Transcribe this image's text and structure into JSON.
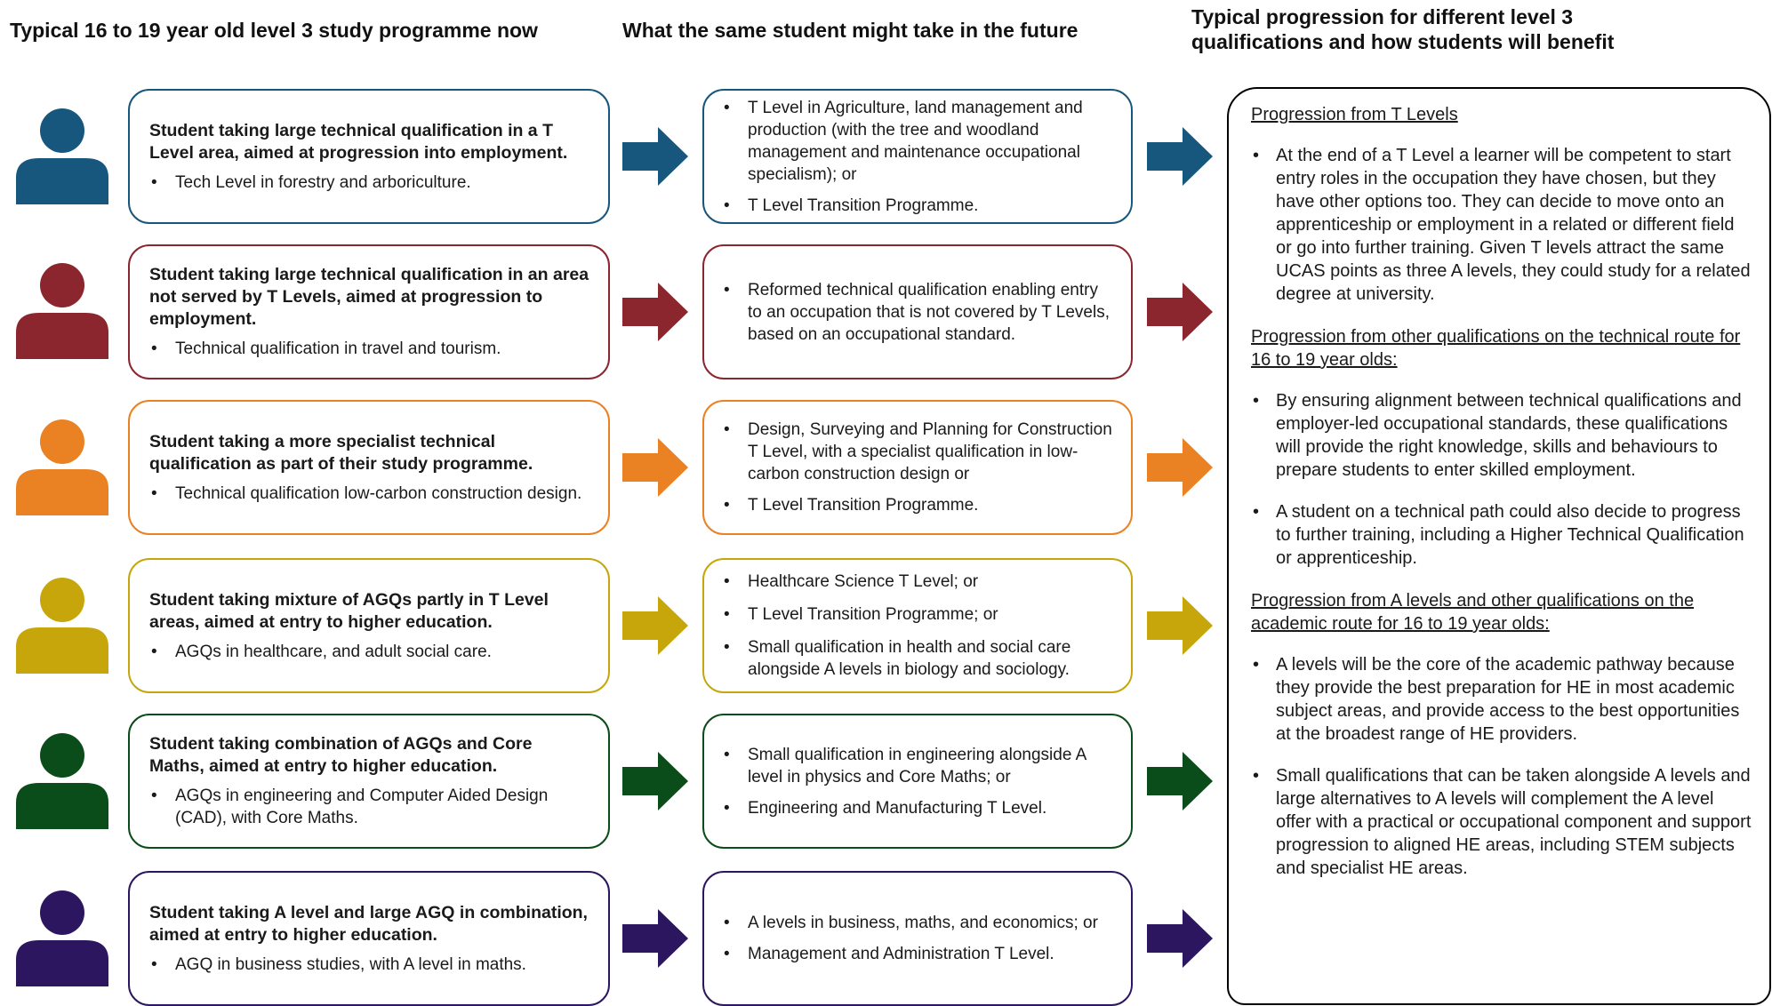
{
  "headers": {
    "now": "Typical 16 to 19 year old level 3 study programme now",
    "future": "What the same student might take in the future",
    "progression_line1": "Typical progression for different level 3",
    "progression_line2": "qualifications and how students will benefit"
  },
  "rows": [
    {
      "color": "#17577e",
      "icon": "person-icon",
      "now": {
        "title": "Student taking large technical qualification in a T Level area, aimed at progression into employment.",
        "items": [
          "Tech Level in forestry and arboriculture."
        ]
      },
      "future": {
        "items": [
          "T Level in Agriculture, land management and production (with the tree and woodland management and maintenance occupational specialism); or",
          "T Level Transition Programme."
        ]
      }
    },
    {
      "color": "#8c262e",
      "icon": "person-icon",
      "now": {
        "title": "Student taking large technical qualification in an area not served by T Levels, aimed at progression to employment.",
        "items": [
          "Technical qualification in travel and tourism."
        ]
      },
      "future": {
        "items": [
          "Reformed technical qualification enabling entry to an occupation that is not covered by T Levels, based on an occupational standard."
        ]
      }
    },
    {
      "color": "#ea8123",
      "icon": "person-icon",
      "now": {
        "title": "Student taking a more specialist technical qualification as part of their study programme.",
        "items": [
          "Technical qualification low-carbon construction design."
        ]
      },
      "future": {
        "items": [
          "Design, Surveying and Planning for Construction T Level, with a specialist qualification in low-carbon construction design or",
          "T Level Transition Programme."
        ]
      }
    },
    {
      "color": "#c6a60b",
      "icon": "person-icon",
      "now": {
        "title": "Student taking mixture of AGQs partly in T Level areas, aimed at entry to higher education.",
        "items": [
          "AGQs in healthcare, and adult social care."
        ]
      },
      "future": {
        "items": [
          "Healthcare Science T Level; or",
          "T Level Transition Programme; or",
          "Small qualification in health and social care alongside A levels in biology and sociology."
        ]
      }
    },
    {
      "color": "#0b4d1a",
      "icon": "person-icon",
      "now": {
        "title": "Student taking combination of AGQs and Core Maths, aimed at entry to higher education.",
        "items": [
          "AGQs in engineering and Computer Aided Design (CAD), with Core Maths."
        ]
      },
      "future": {
        "items": [
          "Small qualification in engineering alongside A level in physics and Core Maths; or",
          "Engineering and Manufacturing T Level."
        ]
      }
    },
    {
      "color": "#2c1660",
      "icon": "person-icon",
      "now": {
        "title": "Student taking A level and large AGQ in combination, aimed at entry to higher education.",
        "items": [
          "AGQ in business studies, with A level in maths."
        ]
      },
      "future": {
        "items": [
          "A levels in business, maths, and economics; or",
          "Management and Administration T Level."
        ]
      }
    }
  ],
  "progression": [
    {
      "heading": "Progression from T Levels",
      "items": [
        "At the end of a T Level a learner will be competent to start entry roles in the occupation they have chosen, but they have other options too. They can decide to move onto an apprenticeship or employment in a related or different field or go into further training. Given T levels attract the same UCAS points as three A levels, they could study for a related degree at university."
      ]
    },
    {
      "heading": "Progression from other qualifications on the technical route for 16 to 19 year olds:",
      "items": [
        "By ensuring alignment between technical qualifications and employer-led occupational standards, these qualifications will provide the right knowledge, skills and behaviours to prepare students to enter skilled employment.",
        "A student on a technical path could also decide to progress to further training, including a Higher Technical Qualification or apprenticeship."
      ]
    },
    {
      "heading": "Progression from A levels and other qualifications on the academic route for 16 to 19 year olds:",
      "items": [
        "A levels will be the core of the academic pathway because they provide the best preparation for HE in most academic subject areas, and provide access to the best opportunities at the broadest range of HE providers.",
        "Small qualifications that can be taken alongside A levels and large alternatives to A levels will complement the A level offer with a practical or occupational component and support progression to aligned HE areas, including STEM subjects and specialist HE areas."
      ]
    }
  ]
}
